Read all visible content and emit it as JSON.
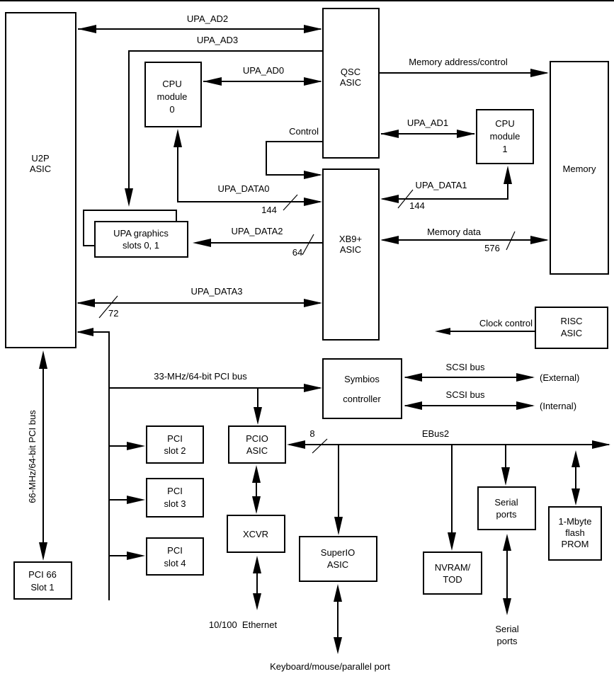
{
  "diagram": {
    "blocks": {
      "u2p": [
        "U2P",
        "ASIC"
      ],
      "qsc": [
        "QSC",
        "ASIC"
      ],
      "xb9": [
        "XB9+",
        "ASIC"
      ],
      "cpu0": [
        "CPU",
        "module",
        "0"
      ],
      "cpu1": [
        "CPU",
        "module",
        "1"
      ],
      "memory": [
        "Memory"
      ],
      "upa_graphics": [
        "UPA graphics",
        "slots 0, 1"
      ],
      "risc": [
        "RISC",
        "ASIC"
      ],
      "symbios": [
        "Symbios",
        "controller"
      ],
      "pcio": [
        "PCIO",
        "ASIC"
      ],
      "pci_slot2": [
        "PCI",
        "slot 2"
      ],
      "pci_slot3": [
        "PCI",
        "slot 3"
      ],
      "pci_slot4": [
        "PCI",
        "slot 4"
      ],
      "pci66": [
        "PCI 66",
        "Slot 1"
      ],
      "xcvr": [
        "XCVR"
      ],
      "superio": [
        "SuperIO",
        "ASIC"
      ],
      "nvram": [
        "NVRAM/",
        "TOD"
      ],
      "serial": [
        "Serial",
        "ports"
      ],
      "prom": [
        "1-Mbyte",
        "flash",
        "PROM"
      ]
    },
    "buses": {
      "upa_ad2": "UPA_AD2",
      "upa_ad3": "UPA_AD3",
      "upa_ad0": "UPA_AD0",
      "upa_ad1": "UPA_AD1",
      "control": "Control",
      "mem_addr": "Memory address/control",
      "upa_data0": "UPA_DATA0",
      "upa_data1": "UPA_DATA1",
      "upa_data2": "UPA_DATA2",
      "upa_data3": "UPA_DATA3",
      "mem_data": "Memory data",
      "clock_control": "Clock control",
      "pci33": "33-MHz/64-bit PCI bus",
      "pci66": "66-MHz/64-bit PCI bus",
      "scsi_ext": "SCSI bus",
      "scsi_int": "SCSI bus",
      "ebus2": "EBus2"
    },
    "widths": {
      "data0": "144",
      "data1": "144",
      "data2": "64",
      "data3": "72",
      "mem_data": "576",
      "ebus": "8"
    },
    "endpoints": {
      "external": "(External)",
      "internal": "(Internal)",
      "ethernet": "10/100  Ethernet",
      "keyboard": "Keyboard/mouse/parallel port",
      "serial_ports": [
        "Serial",
        "ports"
      ]
    }
  }
}
